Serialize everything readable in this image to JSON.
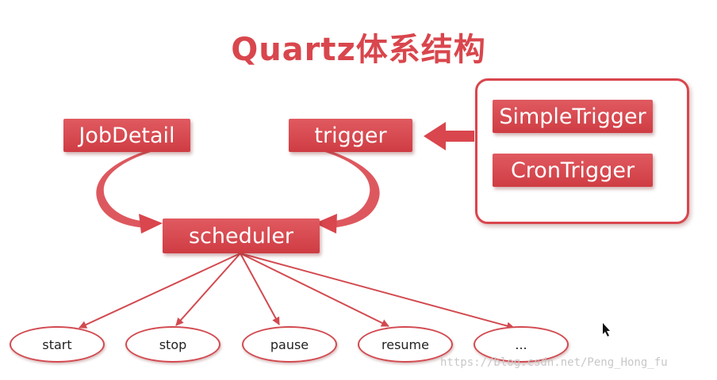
{
  "title": "Quartz体系结构",
  "nodes": {
    "jobdetail": "JobDetail",
    "trigger": "trigger",
    "scheduler": "scheduler",
    "simple_trigger": "SimpleTrigger",
    "cron_trigger": "CronTrigger"
  },
  "operations": [
    "start",
    "stop",
    "pause",
    "resume",
    "..."
  ],
  "watermark": "https://blog.csdn.net/Peng_Hong_fu",
  "colors": {
    "accent": "#d9464d",
    "box_fill": "#d9464d"
  }
}
